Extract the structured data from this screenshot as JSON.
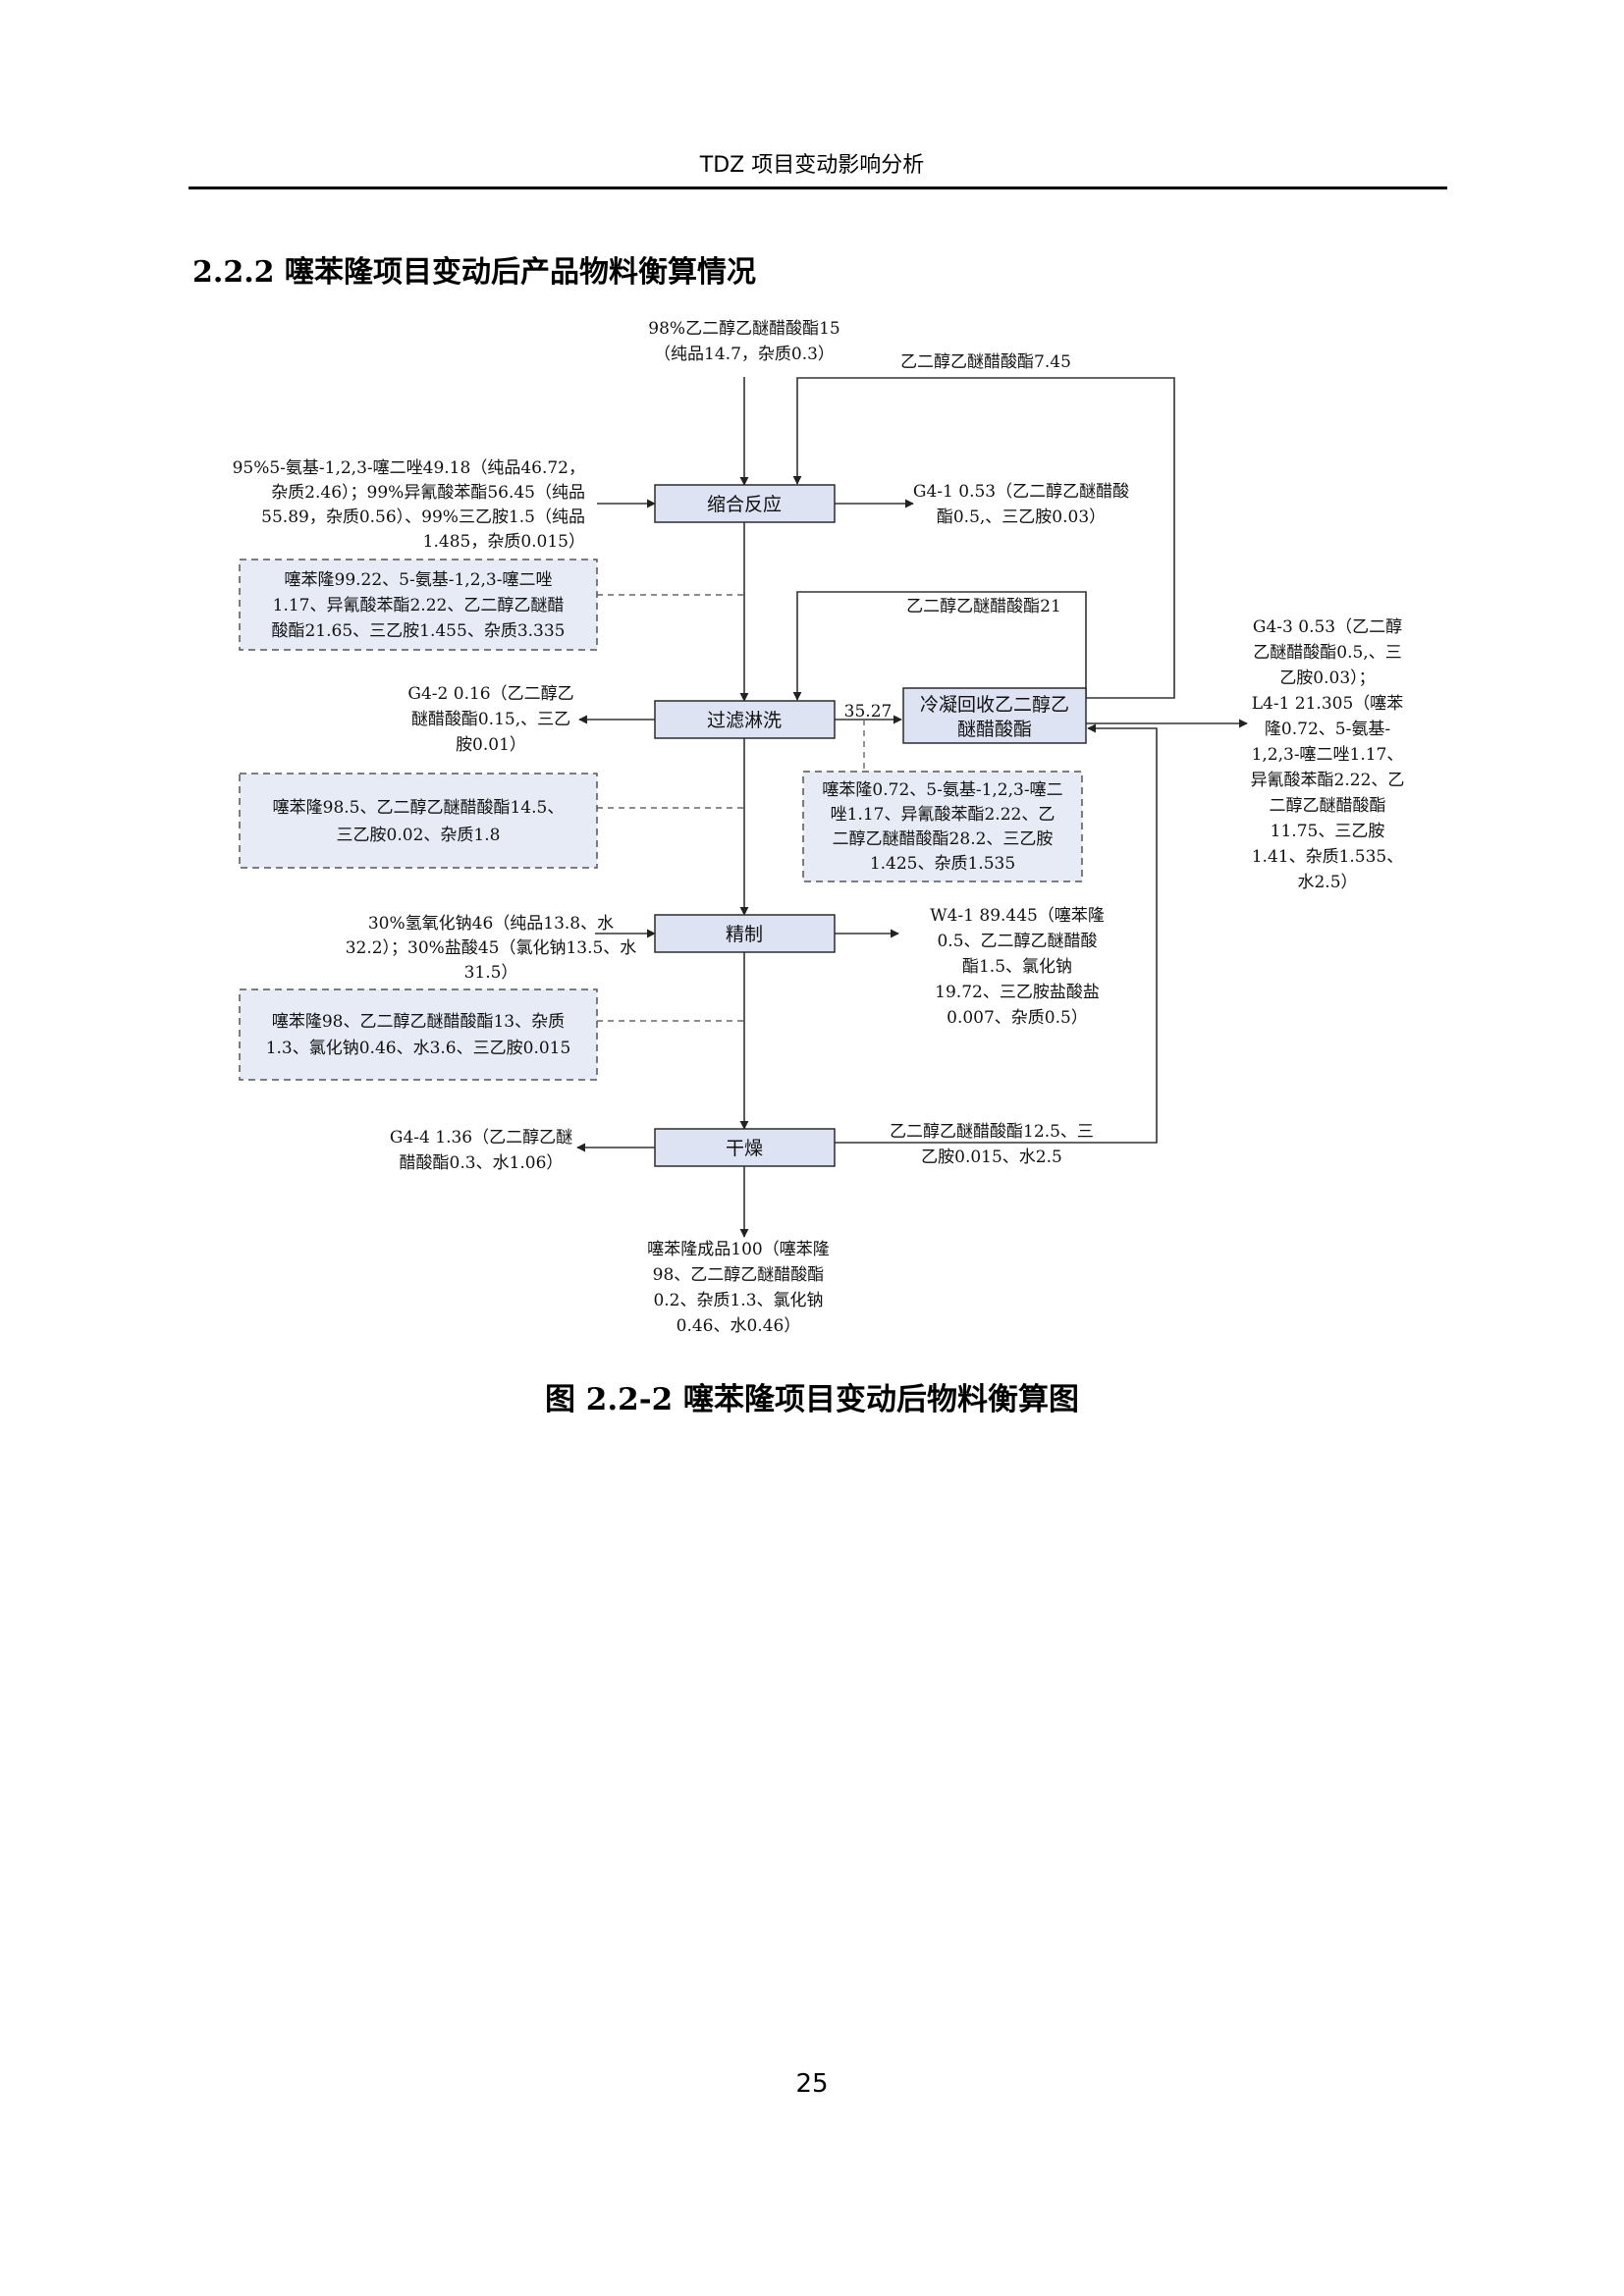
{
  "header": {
    "title": "TDZ 项目变动影响分析"
  },
  "section": {
    "title": "2.2.2 噻苯隆项目变动后产品物料衡算情况"
  },
  "diagram": {
    "nodes": {
      "condensation": "缩合反应",
      "filter_wash": "过滤淋洗",
      "refine": "精制",
      "dry": "干燥",
      "condense_recover": [
        "冷凝回收乙二醇乙",
        "醚醋酸酯"
      ]
    },
    "inputs": {
      "top_feed": [
        "98%乙二醇乙醚醋酸酯15",
        "（纯品14.7，杂质0.3）"
      ],
      "left_feed": [
        "95%5-氨基-1,2,3-噻二唑49.18（纯品46.72，",
        "杂质2.46）；99%异氰酸苯酯56.45（纯品",
        "55.89，杂质0.56）、99%三乙胺1.5（纯品",
        "1.485，杂质0.015）"
      ],
      "recycle_top": "乙二醇乙醚醋酸酯7.45",
      "recycle_mid": "乙二醇乙醚醋酸酯21",
      "naoh_hcl": [
        "30%氢氧化钠46（纯品13.8、水",
        "32.2）；30%盐酸45（氯化钠13.5、水",
        "31.5）"
      ]
    },
    "emissions": {
      "g4_1": [
        "G4-1 0.53（乙二醇乙醚醋酸",
        "酯0.5,、三乙胺0.03）"
      ],
      "g4_2": [
        "G4-2 0.16（乙二醇乙",
        "醚醋酸酯0.15,、三乙",
        "胺0.01）"
      ],
      "g4_3_l4_1": [
        "G4-3 0.53（乙二醇",
        "乙醚醋酸酯0.5,、三",
        "乙胺0.03）；",
        "L4-1 21.305（噻苯",
        "隆0.72、5-氨基-",
        "1,2,3-噻二唑1.17、",
        "异氰酸苯酯2.22、乙",
        "二醇乙醚醋酸酯",
        "11.75、三乙胺",
        "1.41、杂质1.535、",
        "水2.5）"
      ],
      "w4_1": [
        "W4-1 89.445（噻苯隆",
        "0.5、乙二醇乙醚醋酸",
        "酯1.5、氯化钠",
        "19.72、三乙胺盐酸盐",
        "0.007、杂质0.5）"
      ],
      "g4_4": [
        "G4-4 1.36（乙二醇乙醚",
        "醋酸酯0.3、水1.06）"
      ]
    },
    "flows": {
      "filtrate": "35.27",
      "dry_to_recover": [
        "乙二醇乙醚醋酸酯12.5、三",
        "乙胺0.015、水2.5"
      ]
    },
    "notes": {
      "after_condensation": [
        "噻苯隆99.22、5-氨基-1,2,3-噻二唑",
        "1.17、异氰酸苯酯2.22、乙二醇乙醚醋",
        "酸酯21.65、三乙胺1.455、杂质3.335"
      ],
      "after_filter": [
        "噻苯隆98.5、乙二醇乙醚醋酸酯14.5、",
        "三乙胺0.02、杂质1.8"
      ],
      "filtrate_comp": [
        "噻苯隆0.72、5-氨基-1,2,3-噻二",
        "唑1.17、异氰酸苯酯2.22、乙",
        "二醇乙醚醋酸酯28.2、三乙胺",
        "1.425、杂质1.535"
      ],
      "after_refine": [
        "噻苯隆98、乙二醇乙醚醋酸酯13、杂质",
        "1.3、氯化钠0.46、水3.6、三乙胺0.015"
      ]
    },
    "product": [
      "噻苯隆成品100（噻苯隆",
      "98、乙二醇乙醚醋酸酯",
      "0.2、杂质1.3、氯化钠",
      "0.46、水0.46）"
    ]
  },
  "figure": {
    "caption": "图 2.2-2  噻苯隆项目变动后物料衡算图"
  },
  "page": {
    "number": "25"
  }
}
